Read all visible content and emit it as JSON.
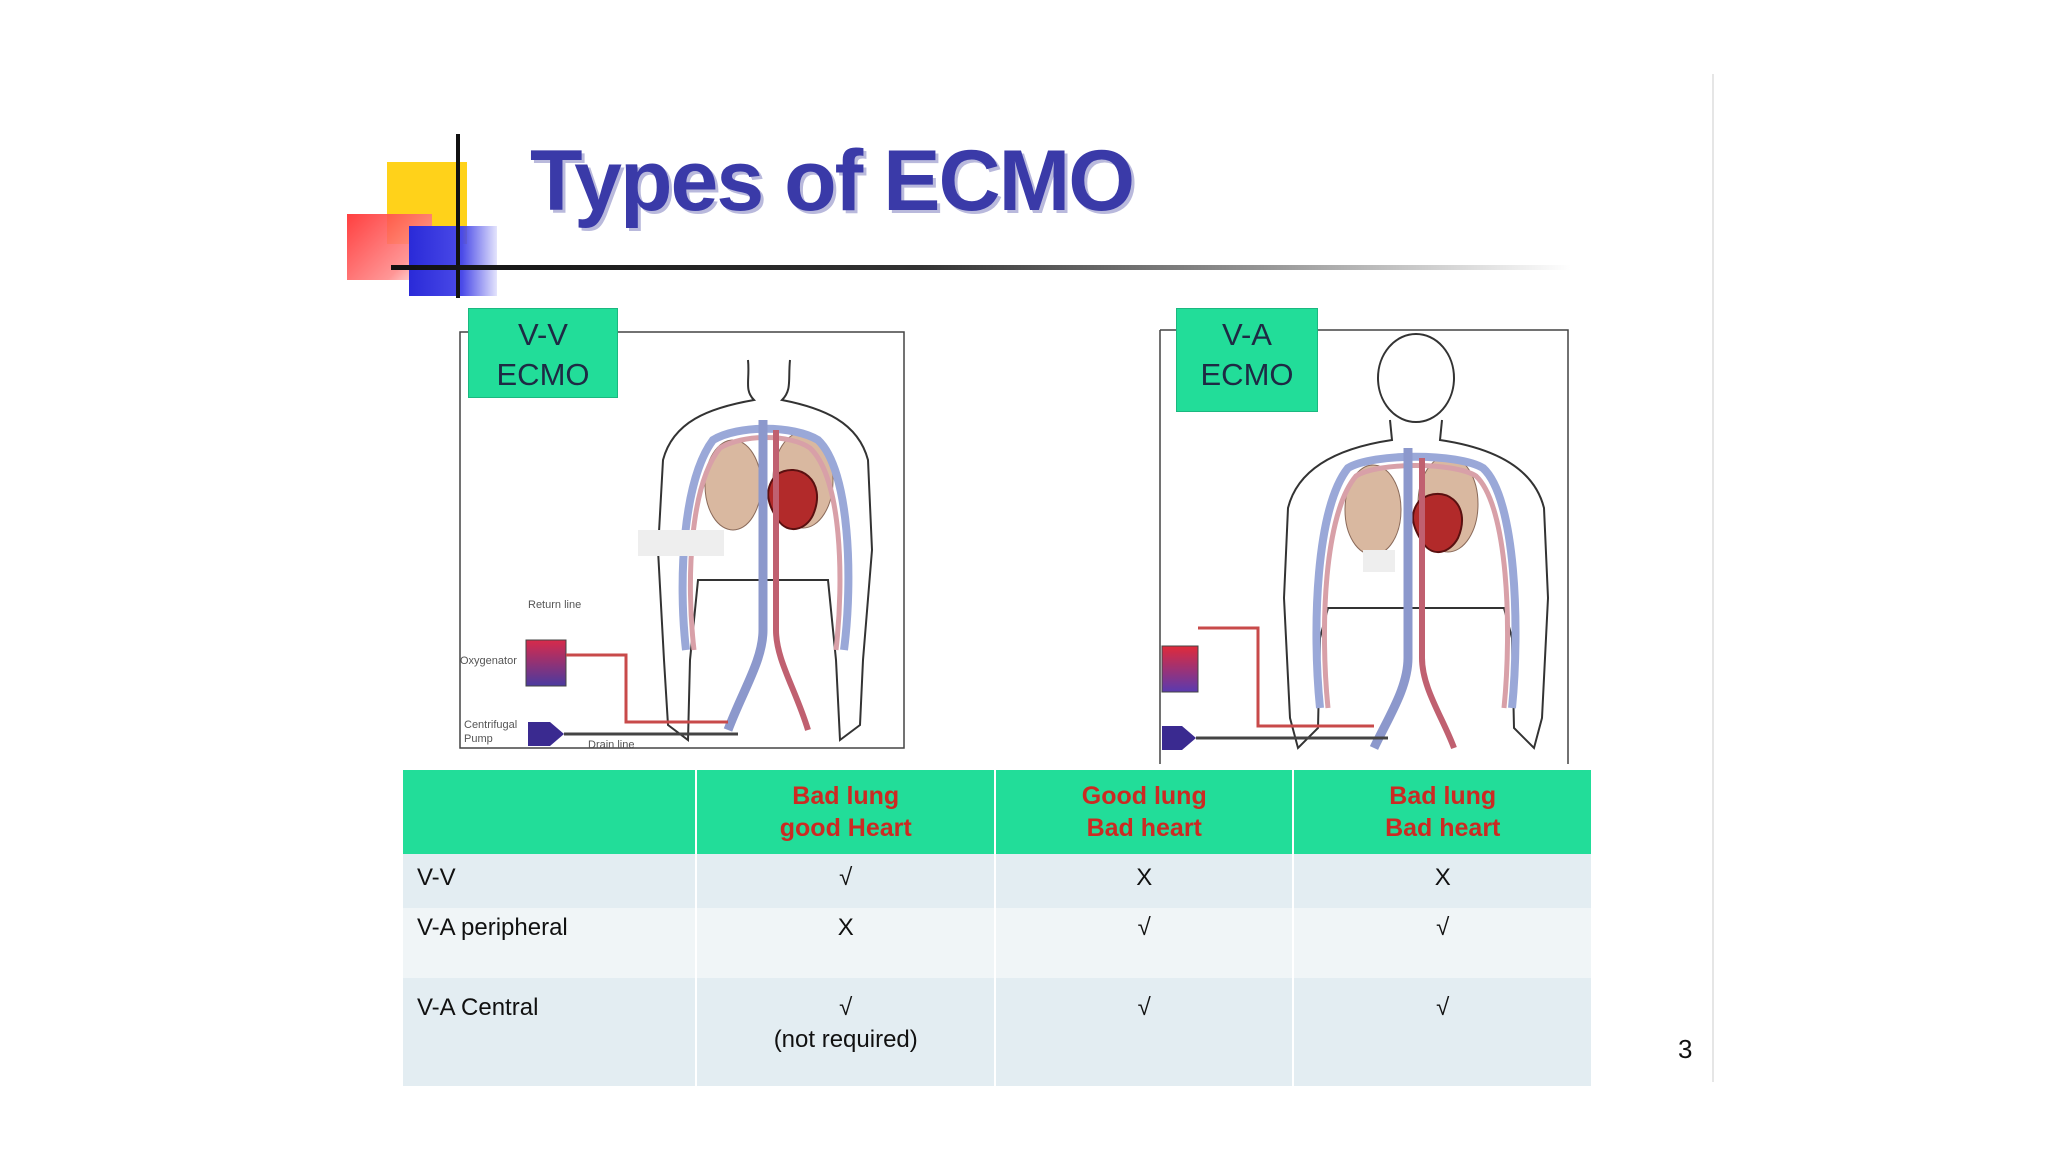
{
  "slide": {
    "title": "Types of ECMO",
    "page_number": "3"
  },
  "diagrams": {
    "vv": {
      "label_line1": "V-V",
      "label_line2": "ECMO",
      "return_line": "Return line",
      "oxygenator": "Oxygenator",
      "pump_line1": "Centrifugal",
      "pump_line2": "Pump",
      "drain_line": "Drain line"
    },
    "va": {
      "label_line1": "V-A",
      "label_line2": "ECMO"
    }
  },
  "table": {
    "columns": [
      {
        "line1": "Bad lung",
        "line2": "good Heart"
      },
      {
        "line1": "Good lung",
        "line2": "Bad heart"
      },
      {
        "line1": "Bad lung",
        "line2": "Bad heart"
      }
    ],
    "rows": [
      {
        "label": "V-V",
        "cells": [
          "√",
          "X",
          "X"
        ],
        "note": ""
      },
      {
        "label": "V-A peripheral",
        "cells": [
          "X",
          "√",
          "√"
        ],
        "note": ""
      },
      {
        "label": "V-A Central",
        "cells": [
          "√",
          "√",
          "√"
        ],
        "note": "(not required)"
      }
    ]
  },
  "colors": {
    "title": "#3a3aa8",
    "header_bg": "#22dd99",
    "header_text": "#cc2a22",
    "row_bg": "#e3edf2"
  }
}
